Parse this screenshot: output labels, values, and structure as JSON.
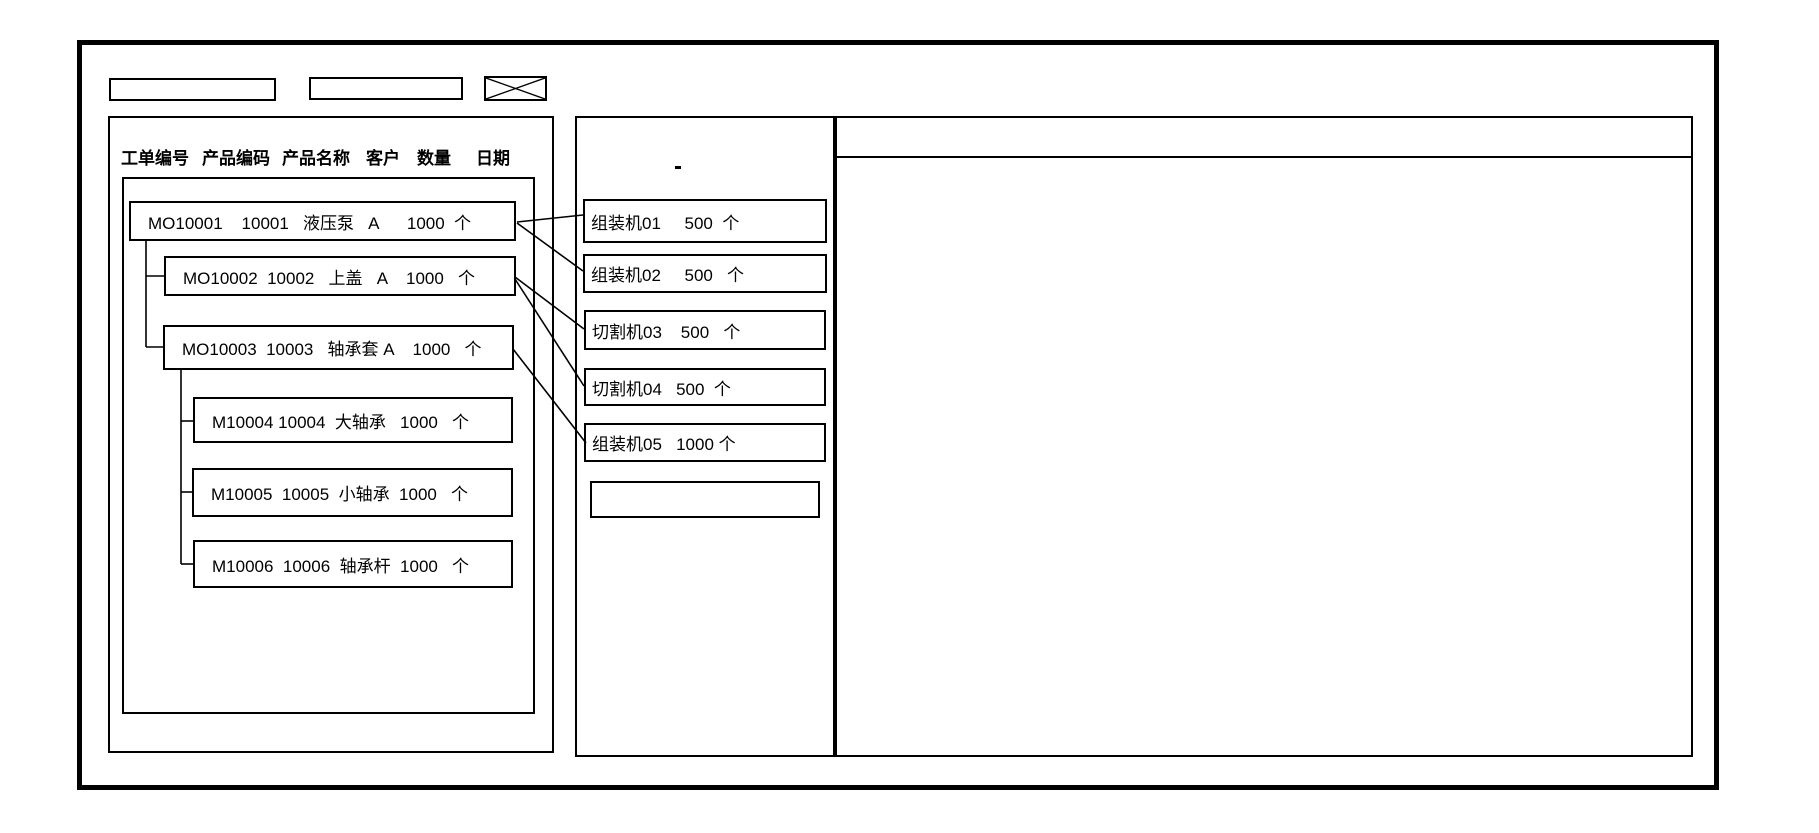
{
  "colors": {
    "background": "#ffffff",
    "line": "#000000",
    "text": "#000000"
  },
  "toolbar": {
    "field1_value": "",
    "field2_value": "",
    "close_icon": "x-crossed-box"
  },
  "left_panel": {
    "header_columns": [
      "工单编号",
      "产品编码",
      "产品名称",
      "客户",
      "数量",
      "日期"
    ],
    "orders": [
      {
        "order_no": "MO10001",
        "product_code": "10001",
        "product_name": "液压泵",
        "customer": "A",
        "qty": "1000",
        "unit": "个",
        "text": "MO10001    10001   液压泵   A      1000  个"
      },
      {
        "order_no": "MO10002",
        "product_code": "10002",
        "product_name": "上盖",
        "customer": "A",
        "qty": "1000",
        "unit": "个",
        "text": "MO10002  10002   上盖   A    1000   个"
      },
      {
        "order_no": "MO10003",
        "product_code": "10003",
        "product_name": "轴承套",
        "customer": "A",
        "qty": "1000",
        "unit": "个",
        "text": "MO10003  10003   轴承套 A    1000   个"
      },
      {
        "order_no": "M10004",
        "product_code": "10004",
        "product_name": "大轴承",
        "customer": "",
        "qty": "1000",
        "unit": "个",
        "text": "M10004 10004  大轴承   1000   个"
      },
      {
        "order_no": "M10005",
        "product_code": "10005",
        "product_name": "小轴承",
        "customer": "",
        "qty": "1000",
        "unit": "个",
        "text": "M10005  10005  小轴承  1000   个"
      },
      {
        "order_no": "M10006",
        "product_code": "10006",
        "product_name": "轴承杆",
        "customer": "",
        "qty": "1000",
        "unit": "个",
        "text": "M10006  10006  轴承杆  1000   个"
      }
    ]
  },
  "machine_panel": {
    "dot_mark": "-",
    "machines": [
      {
        "name": "组装机01",
        "qty": "500",
        "unit": "个",
        "text": "组装机01     500  个"
      },
      {
        "name": "组装机02",
        "qty": "500",
        "unit": "个",
        "text": "组装机02     500   个"
      },
      {
        "name": "切割机03",
        "qty": "500",
        "unit": "个",
        "text": "切割机03    500   个"
      },
      {
        "name": "切割机04",
        "qty": "500",
        "unit": "个",
        "text": "切割机04   500  个"
      },
      {
        "name": "组装机05",
        "qty": "1000",
        "unit": "个",
        "text": "组装机05   1000 个"
      },
      {
        "name": "",
        "qty": "",
        "unit": "",
        "text": ""
      }
    ],
    "connections": [
      {
        "from": "MO10001",
        "to": "组装机01"
      },
      {
        "from": "MO10001",
        "to": "组装机02"
      },
      {
        "from": "MO10002",
        "to": "切割机03"
      },
      {
        "from": "MO10002",
        "to": "切割机04"
      },
      {
        "from": "MO10003",
        "to": "组装机05"
      }
    ]
  },
  "right_panel": {
    "header_text": ""
  }
}
